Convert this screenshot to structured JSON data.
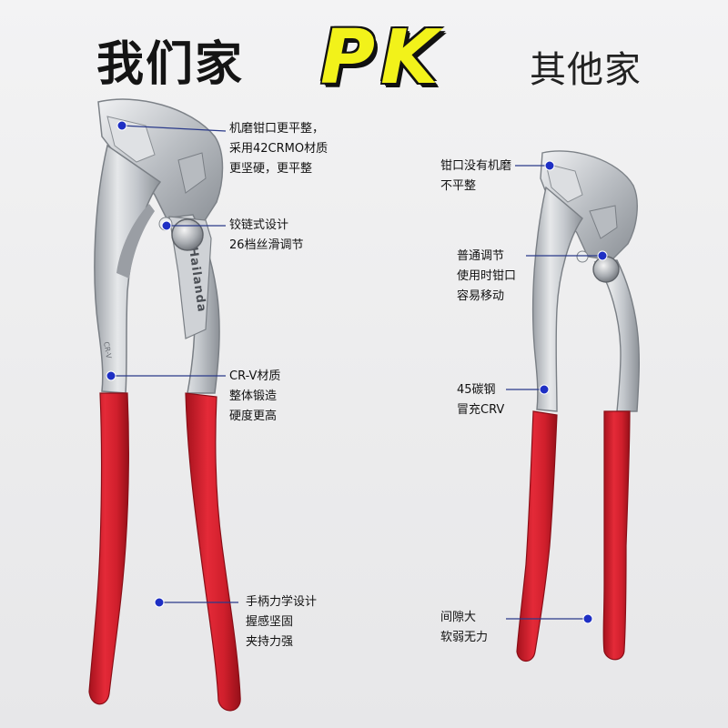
{
  "titles": {
    "ours": "我们家",
    "pk": "PK",
    "theirs": "其他家"
  },
  "brand_mark": "Hailanda",
  "handle_mark": "CR-V",
  "colors": {
    "handle_red": "#d3202e",
    "dot_blue": "#1e2fc4",
    "chrome": "#c9ccd0"
  },
  "left_notes": [
    {
      "lines": [
        "机磨钳口更平整，",
        "采用42CRMO材质",
        "更坚硬，更平整"
      ]
    },
    {
      "lines": [
        "铰链式设计",
        "26档丝滑调节"
      ]
    },
    {
      "lines": [
        "CR-V材质",
        "整体锻造",
        "硬度更高"
      ]
    },
    {
      "lines": [
        "手柄力学设计",
        "握感坚固",
        "夹持力强"
      ]
    }
  ],
  "right_notes": [
    {
      "lines": [
        "钳口没有机磨",
        "不平整"
      ]
    },
    {
      "lines": [
        "普通调节",
        "使用时钳口",
        "容易移动"
      ]
    },
    {
      "lines": [
        "45碳钢",
        "冒充CRV"
      ]
    },
    {
      "lines": [
        "间隙大",
        "软弱无力"
      ]
    }
  ]
}
